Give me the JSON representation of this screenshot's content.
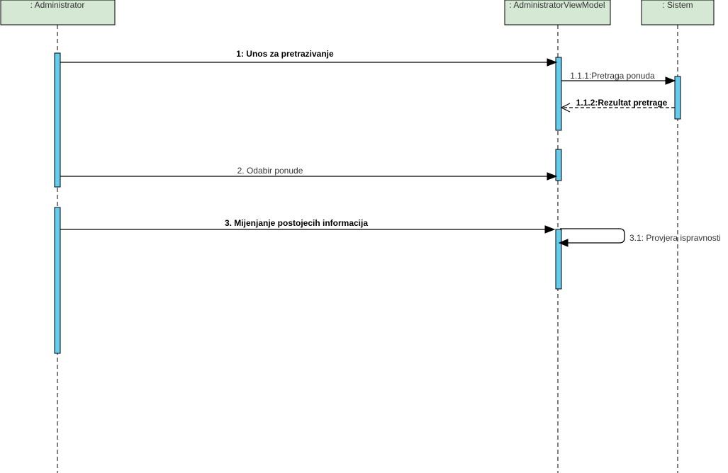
{
  "lifelines": {
    "administrator": {
      "title": ": Administrator"
    },
    "viewmodel": {
      "title": ": AdministratorViewModel"
    },
    "sistem": {
      "title": ": Sistem"
    }
  },
  "messages": {
    "m1": {
      "label": "1: Unos za pretrazivanje"
    },
    "m111": {
      "label": "1.1.1:Pretraga ponuda"
    },
    "m112": {
      "label": "1.1.2:Rezultat pretrage"
    },
    "m2": {
      "label": "2. Odabir ponude"
    },
    "m3": {
      "label": "3. Mijenjanje postojecih informacija"
    },
    "m31": {
      "label": "3.1: Provjera ispravnosti"
    }
  },
  "colors": {
    "lifeline_fill": "#d5e8d4",
    "activation_fill": "#66ccee"
  }
}
